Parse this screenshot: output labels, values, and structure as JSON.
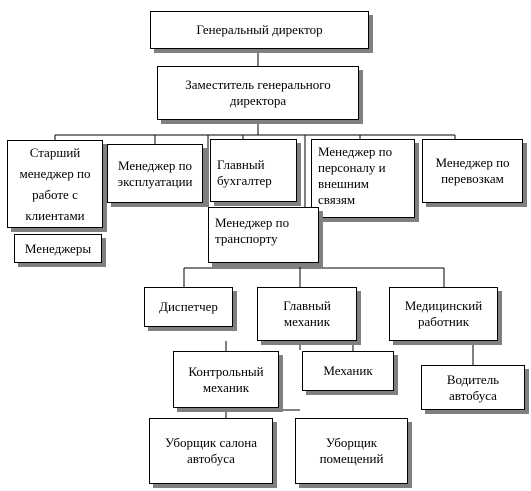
{
  "diagram": {
    "nodes": {
      "ceo": "Генеральный директор",
      "deputy": "Заместитель генерального директора",
      "senior_manager": "Старший менеджер по работе с клиентами",
      "managers": "Менеджеры",
      "operations_manager": "Менеджер по эксплуатации",
      "chief_accountant": "Главный бухгалтер",
      "hr_manager": "Менеджер по персоналу и внешним связям",
      "transport_manager_right": "Менеджер по перевозкам",
      "transport_manager": "Менеджер по транспорту",
      "dispatcher": "Диспетчер",
      "chief_mechanic": "Главный механик",
      "medical_worker": "Медицинский работник",
      "control_mechanic": "Контрольный механик",
      "mechanic": "Механик",
      "bus_driver": "Водитель автобуса",
      "bus_cleaner": "Уборщик салона автобуса",
      "room_cleaner": "Уборщик помещений"
    },
    "colors": {
      "border": "#000000",
      "shadow": "#7f7f7f",
      "background": "#ffffff"
    }
  }
}
